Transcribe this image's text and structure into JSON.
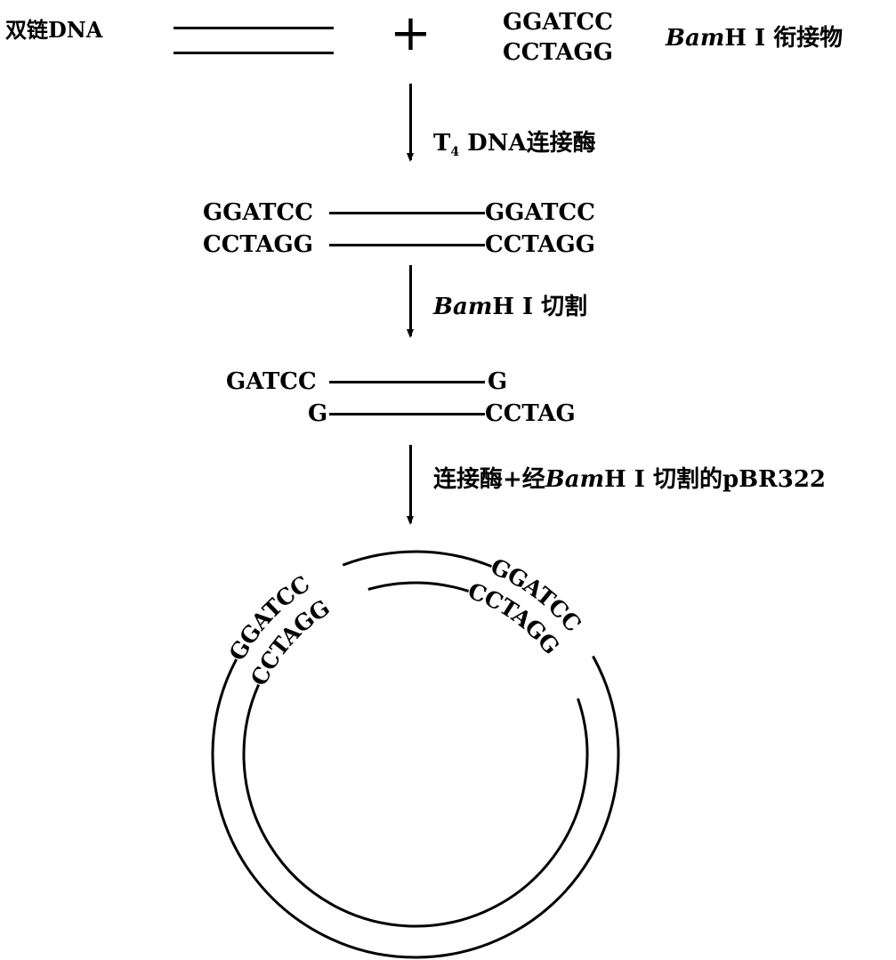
{
  "top": {
    "dsdna_label": "双链DNA",
    "plus": "+",
    "linker_top": "GGATCC",
    "linker_bottom": "CCTAGG",
    "linker_label_italic": "Bam",
    "linker_label_rest": "H Ⅰ 衔接物"
  },
  "step1": {
    "label_t": "T",
    "label_sub": "4",
    "label_rest": " DNA连接酶"
  },
  "product1": {
    "left_top": "GGATCC",
    "left_bottom": "CCTAGG",
    "right_top": "GGATCC",
    "right_bottom": "CCTAGG"
  },
  "step2": {
    "label_italic": "Bam",
    "label_rest": "H Ⅰ 切割"
  },
  "product2": {
    "left_top": "GATCC",
    "left_bottom": "G",
    "right_top": "G",
    "right_bottom": "CCTAG"
  },
  "step3": {
    "label_pre": "连接酶+经",
    "label_italic": "Bam",
    "label_rest": "H Ⅰ 切割的pBR322"
  },
  "plasmid": {
    "outer_left": "GGATCC",
    "inner_left": "CCTAGG",
    "outer_right": "GGATCC",
    "inner_right": "CCTAGG"
  }
}
